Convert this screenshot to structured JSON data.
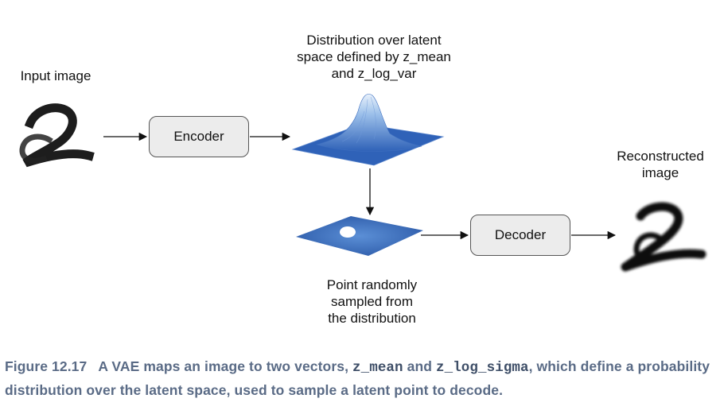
{
  "labels": {
    "input_image": "Input image",
    "distribution_line1": "Distribution over latent",
    "distribution_line2": "space defined by z_mean",
    "distribution_line3": "and z_log_var",
    "reconstructed_line1": "Reconstructed",
    "reconstructed_line2": "image",
    "point_line1": "Point randomly",
    "point_line2": "sampled from",
    "point_line3": "the distribution"
  },
  "boxes": {
    "encoder": "Encoder",
    "decoder": "Decoder"
  },
  "caption": {
    "figure": "Figure 12.17",
    "part1": "A VAE maps an image to two vectors,",
    "code1": "z_mean",
    "part2": "and",
    "code2": "z_log_sigma",
    "part3": ", which define a probability distribution over the latent space, used to sample a latent point to decode."
  },
  "colors": {
    "surface_blue": "#2f62b8",
    "plane_blue": "#3a66b5",
    "box_fill": "#ececec",
    "caption_text": "#5a6b86"
  }
}
